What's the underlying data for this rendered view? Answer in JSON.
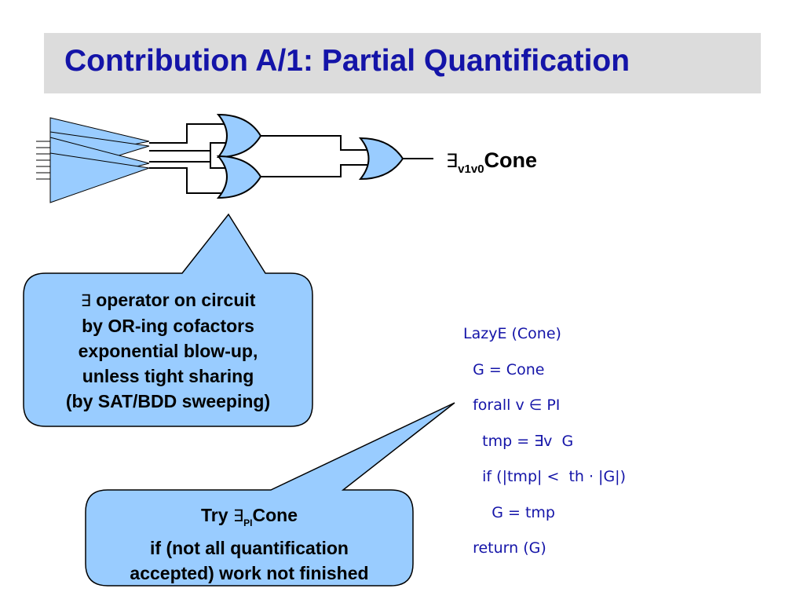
{
  "slide": {
    "title": "Contribution A/1: Partial Quantification"
  },
  "diagram": {
    "output_label": {
      "symbol": "∃",
      "subscript": "v1v0",
      "text": "Cone"
    },
    "colors": {
      "cone_fill": "#99ccff",
      "stroke": "#000000",
      "title_text": "#1414a8",
      "title_bg": "#dcdcdc"
    },
    "callouts": [
      {
        "lines": [
          {
            "symbol": "∃",
            "text": " operator on circuit"
          },
          {
            "text": "by OR-ing cofactors"
          },
          {
            "text": "exponential blow-up,"
          },
          {
            "text": "unless tight sharing"
          },
          {
            "text": "(by SAT/BDD sweeping)"
          }
        ]
      },
      {
        "lines": [
          {
            "prefix": "Try ",
            "symbol": "∃",
            "subscript": "PI",
            "text": "Cone"
          },
          {
            "text": "if (not all quantification"
          },
          {
            "text": "accepted) work not finished"
          }
        ]
      }
    ]
  },
  "algorithm": {
    "lines": [
      "LazyE (Cone)",
      "  G = Cone",
      "  forall v ∈ PI",
      "    tmp = ∃v  G",
      "    if (|tmp| <  th · |G|)",
      "      G = tmp",
      "  return (G)"
    ]
  }
}
